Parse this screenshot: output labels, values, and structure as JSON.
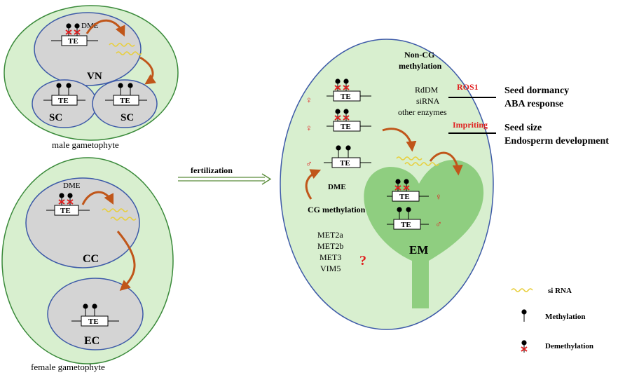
{
  "male": {
    "dme_label": "DME",
    "te": "TE",
    "vn": "VN",
    "sc1": "SC",
    "sc2": "SC",
    "caption": "male gametophyte"
  },
  "female": {
    "dme_label": "DME",
    "te": "TE",
    "cc": "CC",
    "ec": "EC",
    "caption": "female gametophyte"
  },
  "fertilization": "fertilization",
  "seed": {
    "te": "TE",
    "non_cg_line1": "Non-CG",
    "non_cg_line2": "methylation",
    "rddm": "RdDM",
    "sirna": "siRNA",
    "other_enzymes": "other enzymes",
    "ros1": "ROS1",
    "impriting": "Impriting",
    "dme": "DME",
    "cg_methylation": "CG methylation",
    "met2a": "MET2a",
    "met2b": "MET2b",
    "met3": "MET3",
    "vim5": "VIM5",
    "question": "?",
    "em": "EM",
    "female_symbol": "♀",
    "male_symbol": "♂"
  },
  "effects": {
    "seed_dormancy": "Seed dormancy",
    "aba_response": "ABA response",
    "seed_size": "Seed size",
    "endosperm_development": "Endosperm development"
  },
  "legend": {
    "sirna": "si RNA",
    "methylation": "Methylation",
    "demethylation": "Demethylation"
  },
  "colors": {
    "cell_green": "#d8efcf",
    "nucleus_gray": "#d4d4d4",
    "embryo_green": "#8fce80",
    "outline_blue": "#3d5aa8",
    "arrow_brown": "#c0561a",
    "sirna_yellow": "#e8cf3c",
    "accent_red": "#e02020"
  }
}
